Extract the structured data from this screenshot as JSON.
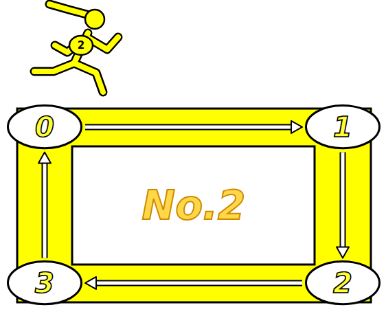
{
  "diagram": {
    "nodes": [
      {
        "text": [
          "0"
        ]
      },
      {
        "text": [
          "1"
        ]
      },
      {
        "text": [
          "2"
        ]
      },
      {
        "text": [
          "3"
        ]
      }
    ],
    "edges": [
      {
        "from": 0,
        "to": 1,
        "arrow": "to"
      },
      {
        "from": 1,
        "to": 2,
        "arrow": "to"
      },
      {
        "from": 2,
        "to": 3,
        "arrow": "to"
      },
      {
        "from": 3,
        "to": 0,
        "arrow": "to"
      }
    ],
    "labels": [
      "2",
      "No.2"
    ]
  }
}
